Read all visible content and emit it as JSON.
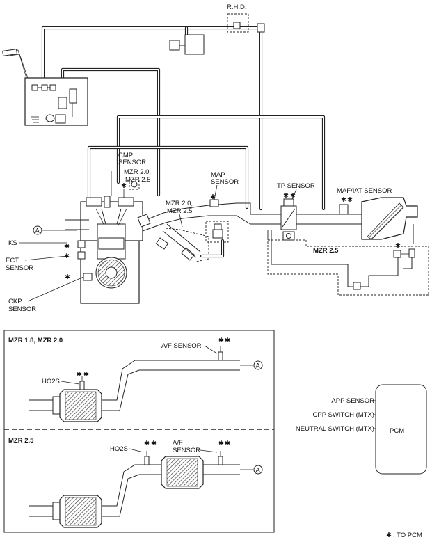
{
  "labels": {
    "rhd": "R.H.D.",
    "cmp_sensor_1": "CMP",
    "cmp_sensor_2": "SENSOR",
    "mzr_2025_a_1": "MZR 2.0,",
    "mzr_2025_a_2": "MZR 2.5",
    "map_sensor_1": "MAP",
    "map_sensor_2": "SENSOR",
    "tp_sensor": "TP SENSOR",
    "maf_iat_sensor": "MAF/IAT SENSOR",
    "mzr_2025_b_1": "MZR 2.0,",
    "mzr_2025_b_2": "MZR 2.5",
    "circle_a": "A",
    "ks": "KS",
    "ect_sensor_1": "ECT",
    "ect_sensor_2": "SENSOR",
    "mzr25_top": "MZR 2.5",
    "ckp_sensor_1": "CKP",
    "ckp_sensor_2": "SENSOR"
  },
  "exhaust_inset": {
    "section1_title": "MZR 1.8, MZR 2.0",
    "section1_af_sensor": "A/F SENSOR",
    "section1_ho2s": "HO2S",
    "section1_ref": "A",
    "section2_title": "MZR 2.5",
    "section2_ho2s": "HO2S",
    "section2_af_1": "A/F",
    "section2_af_2": "SENSOR",
    "section2_ref": "A"
  },
  "pcm_block": {
    "title": "PCM",
    "inputs": [
      "APP SENSOR",
      "CPP SWITCH (MTX)",
      "NEUTRAL SWITCH (MTX)"
    ]
  },
  "legend": {
    "mark": "✱",
    "text": ": TO PCM"
  },
  "sensor_mark": "✱"
}
